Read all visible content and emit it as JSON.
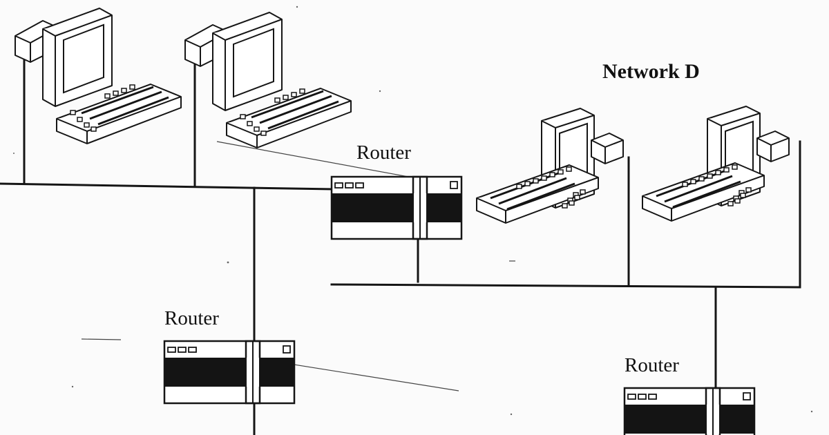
{
  "diagram": {
    "network_label": "Network D",
    "routers": [
      {
        "label": "Router"
      },
      {
        "label": "Router"
      },
      {
        "label": "Router"
      }
    ]
  },
  "colors": {
    "ink": "#151515",
    "paper": "#fbfbfb"
  }
}
